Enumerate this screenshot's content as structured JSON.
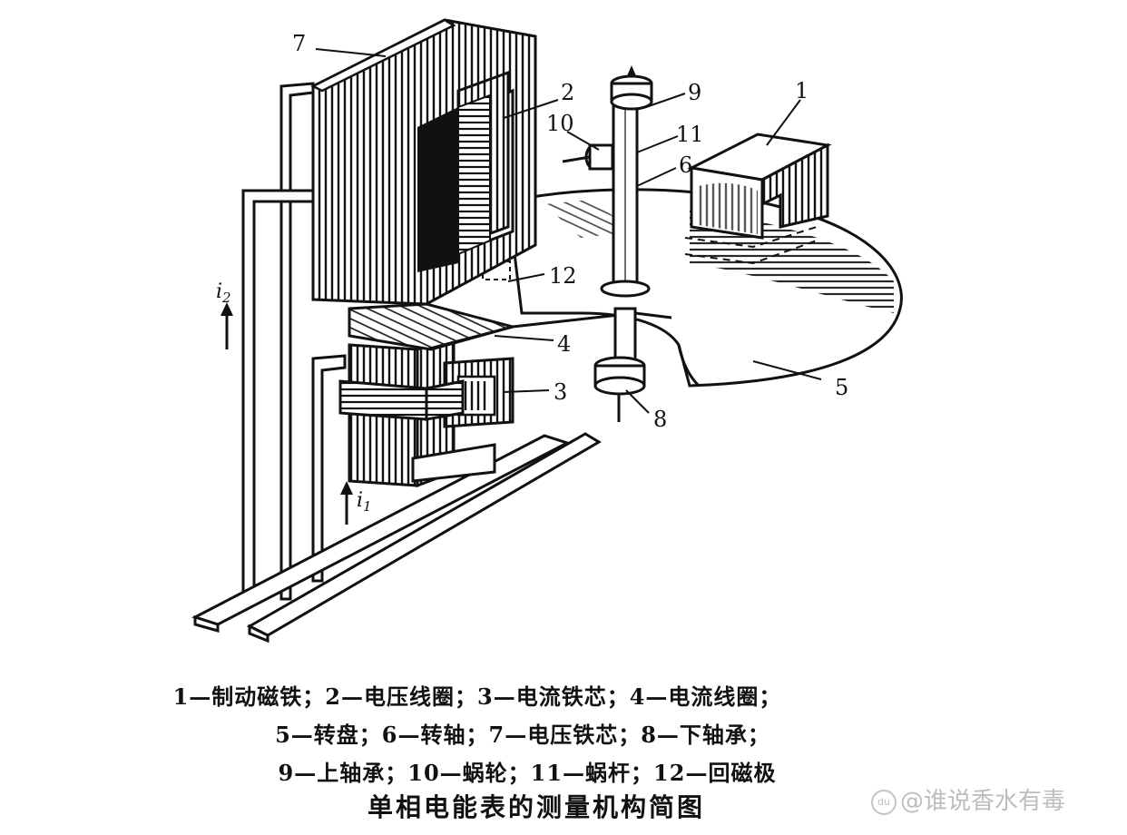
{
  "diagram": {
    "labels": [
      "7",
      "2",
      "9",
      "10",
      "11",
      "6",
      "1",
      "12",
      "4",
      "3",
      "5",
      "8"
    ],
    "currents": [
      {
        "symbol": "i",
        "sub": "2"
      },
      {
        "symbol": "i",
        "sub": "1"
      }
    ]
  },
  "legend": {
    "line1": "1—制动磁铁；2—电压线圈；3—电流铁芯；4—电流线圈；",
    "line2": "5—转盘；6—转轴；7—电压铁芯；8—下轴承；",
    "line3": "9—上轴承；10—蜗轮；11—蜗杆；12—回磁极"
  },
  "caption": "单相电能表的测量机构简图",
  "watermark": {
    "logo_text": "du",
    "text": "@谁说香水有毒"
  },
  "colors": {
    "ink": "#111111",
    "background": "#ffffff",
    "watermark": "#bdbdbd"
  }
}
